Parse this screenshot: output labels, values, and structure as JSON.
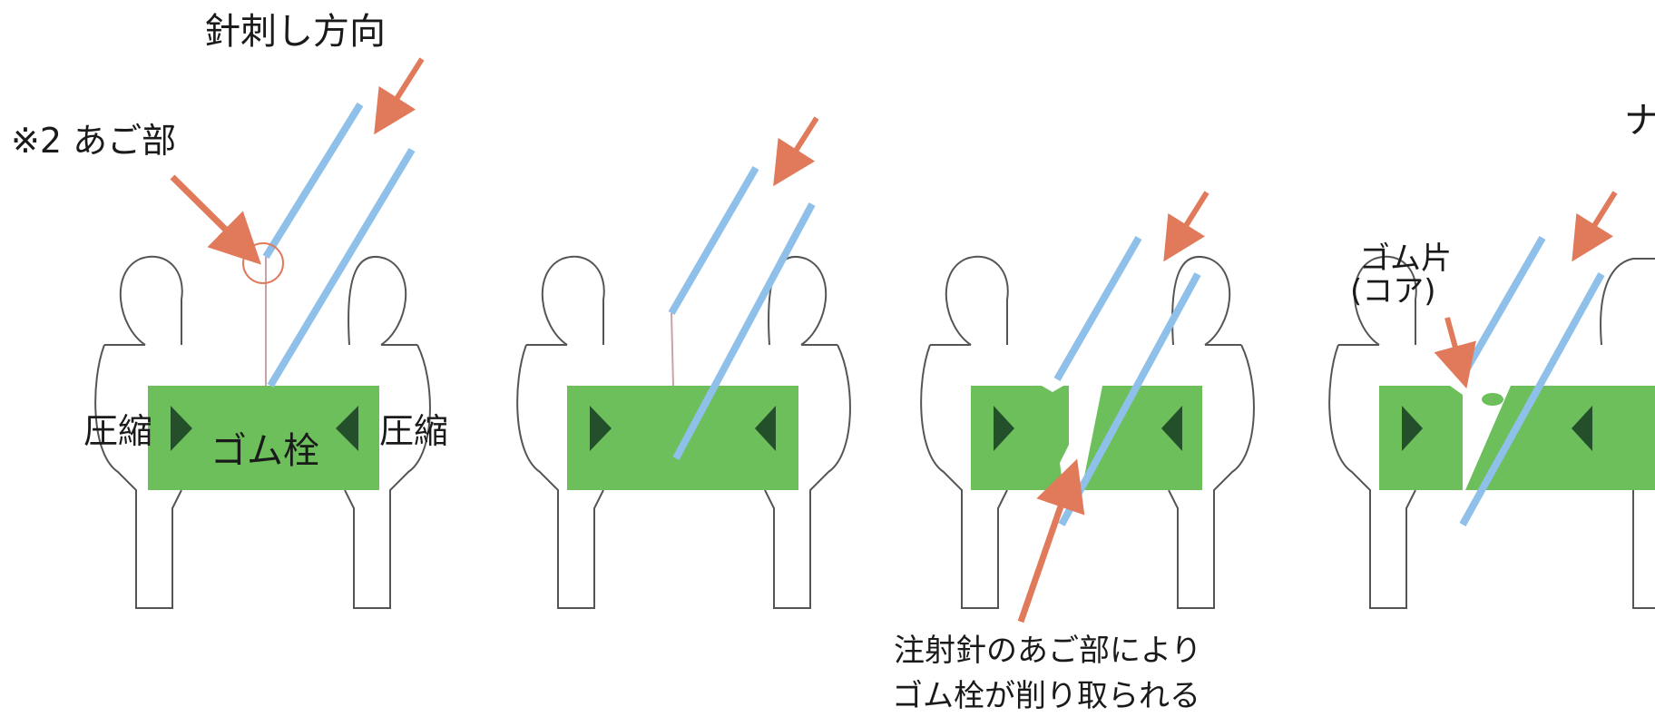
{
  "diagram": {
    "labels": {
      "needle_direction": "針刺し方向",
      "jaw_part": "※2 あご部",
      "compress_left": "圧縮",
      "rubber_stopper": "ゴム栓",
      "compress_right": "圧縮",
      "rubber_fragment_line1": "ゴム片",
      "rubber_fragment_line2": "(コア)",
      "caption_line1": "注射針のあご部により",
      "caption_line2": "ゴム栓が削り取られる",
      "cutoff_text": "ナ"
    },
    "colors": {
      "stopper_green": "#6cbf5b",
      "needle_blue": "#8fc0ea",
      "arrow_orange": "#e07a5a",
      "triangle_dark": "#23502a",
      "outline": "#555555"
    },
    "panels": [
      "stage-1",
      "stage-2",
      "stage-3",
      "stage-4"
    ]
  }
}
